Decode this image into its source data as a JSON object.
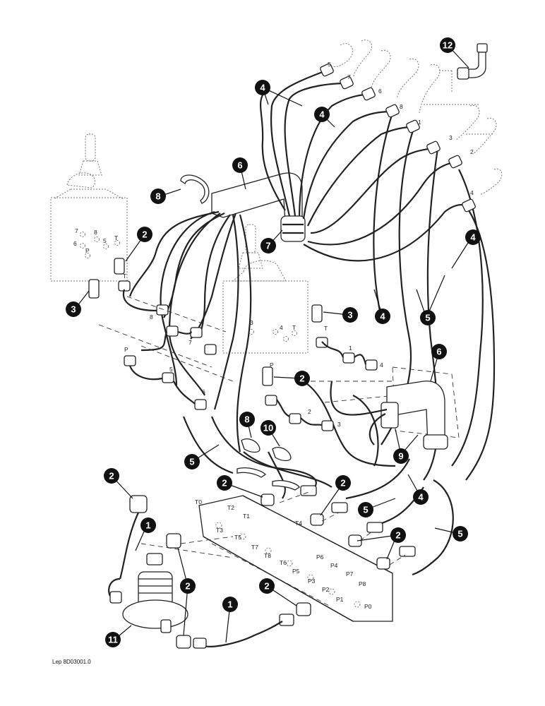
{
  "reference": "Lep 8D03001.0",
  "callouts": [
    "1",
    "2",
    "3",
    "4",
    "5",
    "6",
    "7",
    "8",
    "9",
    "10",
    "11",
    "12"
  ],
  "port_labels": {
    "left_valve": [
      "7",
      "8",
      "6",
      "5",
      "T",
      "P"
    ],
    "mid_valve": [
      "3",
      "4",
      "T"
    ],
    "hose_ends_left": [
      "T",
      "8",
      "7",
      "P",
      "5",
      "6"
    ],
    "hose_ends_mid": [
      "T",
      "1",
      "4",
      "P",
      "2",
      "3"
    ],
    "hose_ends_top": [
      "5",
      "7",
      "6",
      "8",
      "1",
      "3",
      "2",
      "4"
    ],
    "block": [
      "T0",
      "T2",
      "T4",
      "T1",
      "T3",
      "T5",
      "T7",
      "T8",
      "T6",
      "P5",
      "P3",
      "P2",
      "P1",
      "P6",
      "P4",
      "P7",
      "P8",
      "P0"
    ]
  }
}
